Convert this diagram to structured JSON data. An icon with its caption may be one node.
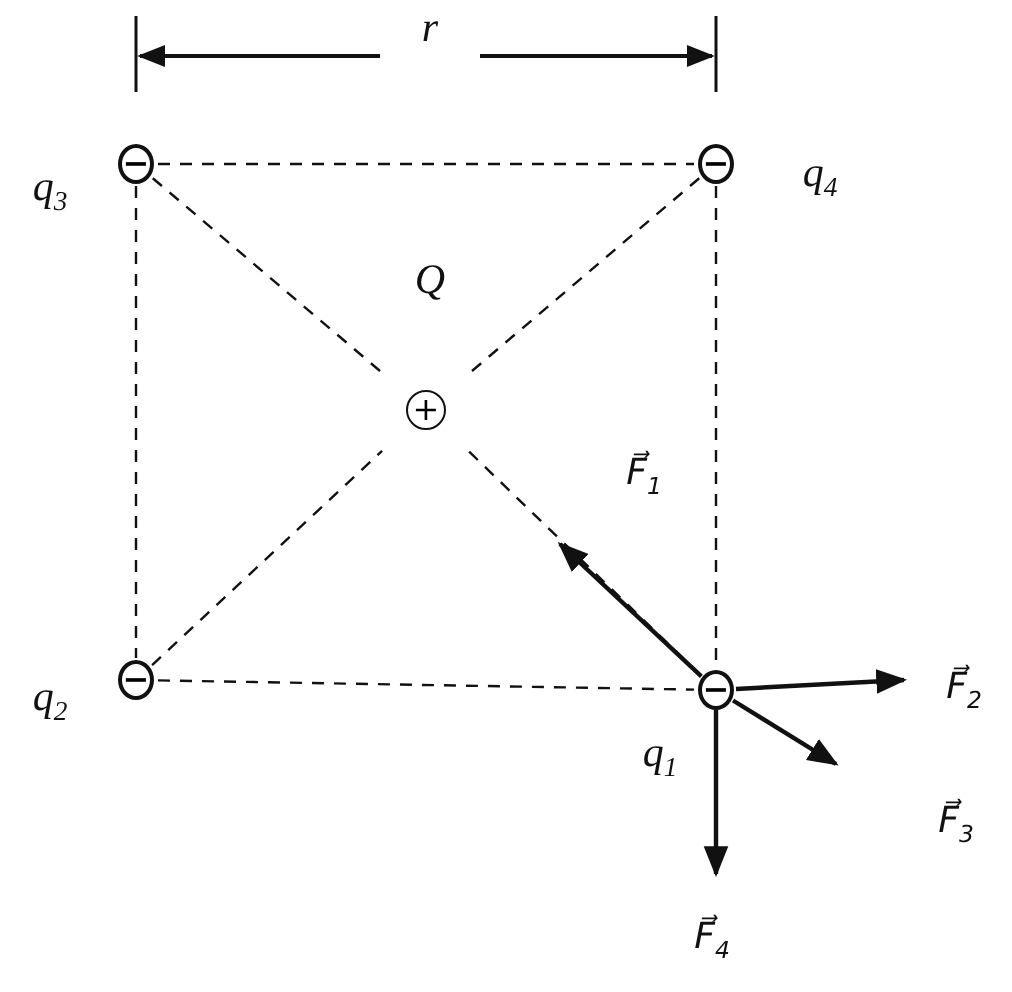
{
  "diagram": {
    "nodes": [
      {
        "text": [
          "−"
        ],
        "beside": [
          "q$_{3}$"
        ]
      },
      {
        "text": [
          "−"
        ],
        "beside": [
          "q$_{4}$"
        ]
      },
      {
        "text": [
          "+"
        ],
        "beside": [
          "Q"
        ]
      },
      {
        "text": [
          "−"
        ],
        "beside": [
          "q$_{2}$"
        ]
      },
      {
        "text": [
          "−"
        ],
        "beside": [
          "q$_{1}$"
        ]
      }
    ],
    "edges": [
      {
        "from": 0,
        "to": 1,
        "arrow": "none",
        "style": "dashed"
      },
      {
        "from": 0,
        "to": 3,
        "arrow": "none",
        "style": "dashed"
      },
      {
        "from": 1,
        "to": 4,
        "arrow": "none",
        "style": "dashed"
      },
      {
        "from": 3,
        "to": 4,
        "arrow": "none",
        "style": "dashed"
      },
      {
        "from": 0,
        "to": 2,
        "arrow": "none",
        "style": "dashed"
      },
      {
        "from": 1,
        "to": 2,
        "arrow": "none",
        "style": "dashed"
      },
      {
        "from": 3,
        "to": 2,
        "arrow": "none",
        "style": "dashed"
      },
      {
        "from": 2,
        "to": 4,
        "arrow": "none",
        "style": "dashed"
      }
    ],
    "labels": [
      "r",
      "F⃗$_{1}$",
      "F⃗$_{2}$",
      "F⃗$_{3}$",
      "F⃗$_{4}$"
    ]
  }
}
